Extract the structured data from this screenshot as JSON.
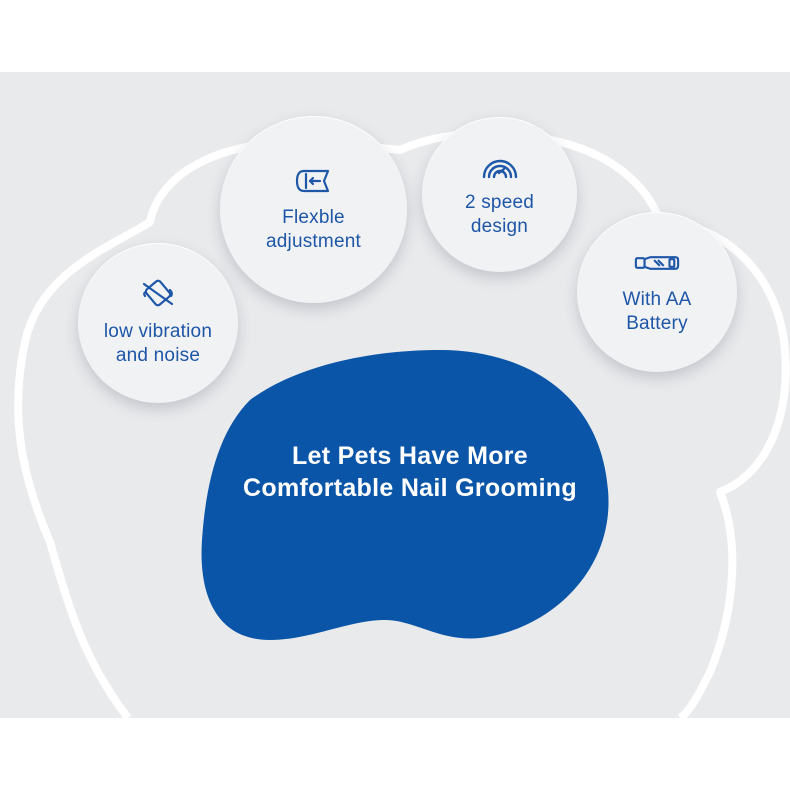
{
  "features": [
    {
      "icon": "no-vibration-icon",
      "label": "low vibration\nand noise"
    },
    {
      "icon": "adjustment-icon",
      "label": "Flexble\nadjustment"
    },
    {
      "icon": "speed-arcs-icon",
      "label": "2 speed\ndesign"
    },
    {
      "icon": "battery-grinder-icon",
      "label": "With AA\nBattery"
    }
  ],
  "headline": "Let Pets Have More\nComfortable Nail Grooming",
  "colors": {
    "brand_blue": "#0a55a8",
    "text_blue": "#1e56a8",
    "background_band": "#e9eaec",
    "bubble_fill": "#f1f2f4"
  }
}
